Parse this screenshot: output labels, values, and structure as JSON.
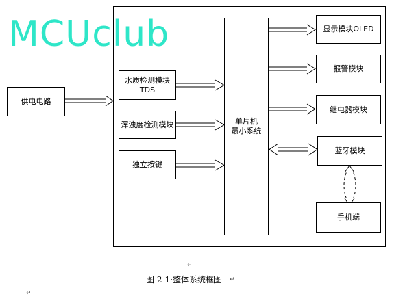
{
  "watermark": "MCUclub",
  "blocks": {
    "power": "供电电路",
    "water_quality": "水质检测模块\nTDS",
    "turbidity": "浑浊度检测模块",
    "button": "独立按键",
    "mcu": "单片机\n最小系统",
    "display": "显示模块OLED",
    "alarm": "报警模块",
    "relay": "继电器模块",
    "bluetooth": "蓝牙模块",
    "phone": "手机端"
  },
  "caption": "图 2-1·整体系统框图",
  "marks": {
    "return_1": "↵",
    "return_2": "↵",
    "return_3": "↵"
  },
  "colors": {
    "watermark": "#2ee6c8",
    "line": "#000000"
  }
}
